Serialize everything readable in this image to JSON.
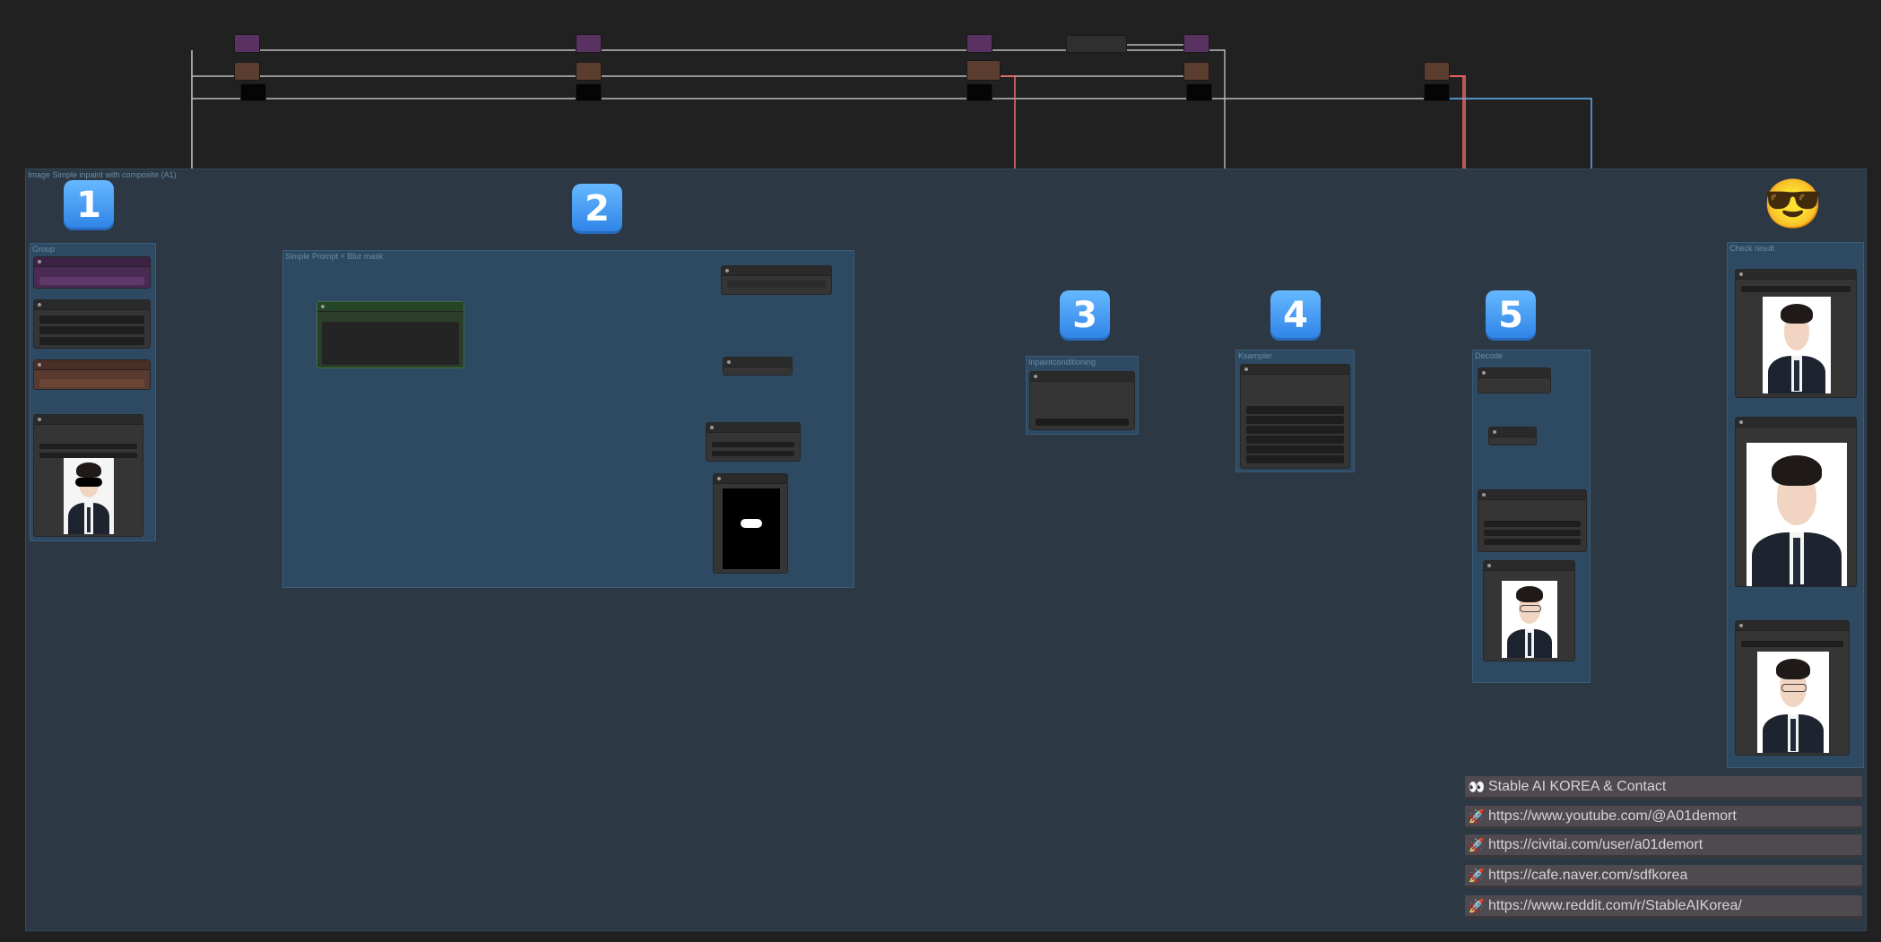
{
  "canvas": {
    "background_color": "#212121",
    "group_color": "#2c4458"
  },
  "main_group": {
    "title": "Image Simple inpaint with composite (A1)"
  },
  "groups": {
    "group1": {
      "title": "Group"
    },
    "group2": {
      "title": "Simple Prompt + Blur mask"
    },
    "group3": {
      "title": "Inpaintconditioning"
    },
    "group4": {
      "title": "Ksampler"
    },
    "group5": {
      "title": "Decode"
    },
    "check": {
      "title": "Check result"
    }
  },
  "step_badges": [
    "1",
    "2",
    "3",
    "4",
    "5"
  ],
  "emoji": {
    "icon": "smiling-face-with-sunglasses-icon",
    "glyph": "😎"
  },
  "wire_colors": {
    "model": "#b39ddb",
    "clip": "#ffd500",
    "vae": "#ff6e6e",
    "image": "#64b5f6",
    "mask": "#81c784",
    "conditioning": "#ffa931",
    "latent": "#ff9cf9",
    "generic": "#cccccc"
  },
  "links_panel": {
    "title": {
      "icon": "eyes-icon",
      "glyph": "👀",
      "text": "Stable AI KOREA & Contact"
    },
    "items": [
      {
        "icon": "rocket-icon",
        "glyph": "🚀",
        "text": "https://www.youtube.com/@A01demort"
      },
      {
        "icon": "rocket-icon",
        "glyph": "🚀",
        "text": "https://civitai.com/user/a01demort"
      },
      {
        "icon": "rocket-icon",
        "glyph": "🚀",
        "text": "https://cafe.naver.com/sdfkorea"
      },
      {
        "icon": "rocket-icon",
        "glyph": "🚀",
        "text": "https://www.reddit.com/r/StableAIKorea/"
      }
    ]
  }
}
